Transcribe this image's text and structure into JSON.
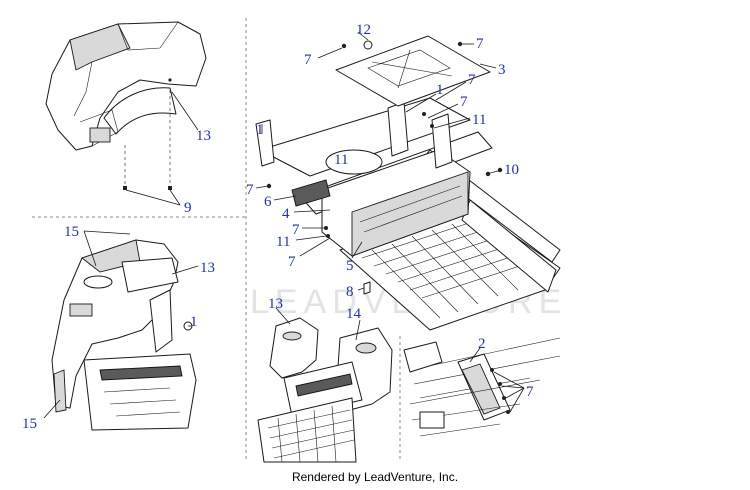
{
  "watermark": "LEADVENTURE",
  "footer": "Rendered by LeadVenture, Inc.",
  "callouts": {
    "c12": "12",
    "c7_top_left": "7",
    "c7_top_right": "7",
    "c3": "3",
    "c7_a": "7",
    "c1_top": "1",
    "c7_b": "7",
    "c11_a": "11",
    "c1_main": "1",
    "c11_center": "11",
    "c10": "10",
    "c7_c": "7",
    "c6": "6",
    "c4": "4",
    "c7_d": "7",
    "c11_b": "11",
    "c7_e": "7",
    "c5": "5",
    "c8": "8",
    "c14": "14",
    "c13_top": "13",
    "c9": "9",
    "c15_top": "15",
    "c13_mid": "13",
    "c1_inset": "1",
    "c15_bottom": "15",
    "c13_bottom": "13",
    "c2": "2",
    "c7_inset": "7"
  }
}
